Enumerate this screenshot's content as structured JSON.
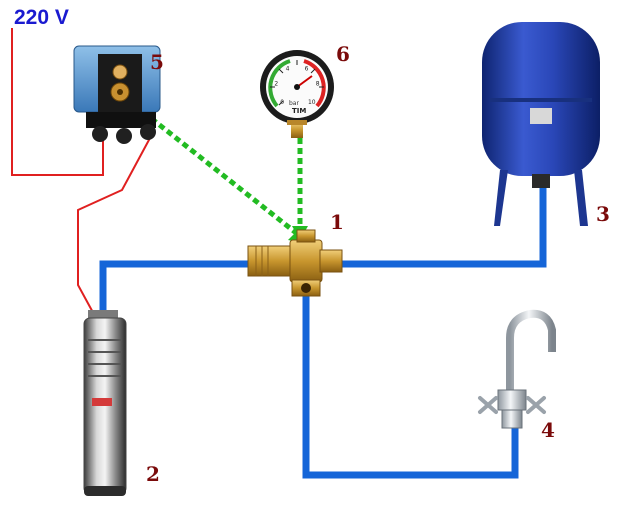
{
  "power": {
    "label": "220 V"
  },
  "labels": {
    "n1": "1",
    "n2": "2",
    "n3": "3",
    "n4": "4",
    "n5": "5",
    "n6": "6"
  },
  "gauge": {
    "brand": "TIM",
    "unit": "bar",
    "scale": [
      "0",
      "2",
      "4",
      "6",
      "8",
      "10"
    ]
  },
  "colors": {
    "pipe": "#1565d8",
    "wire": "#e02020",
    "signal": "#22bb22",
    "label_text": "#7a0a0a",
    "voltage_text": "#1a1ad0",
    "tank": "#1e3a9a",
    "brass": "#c8962e"
  }
}
